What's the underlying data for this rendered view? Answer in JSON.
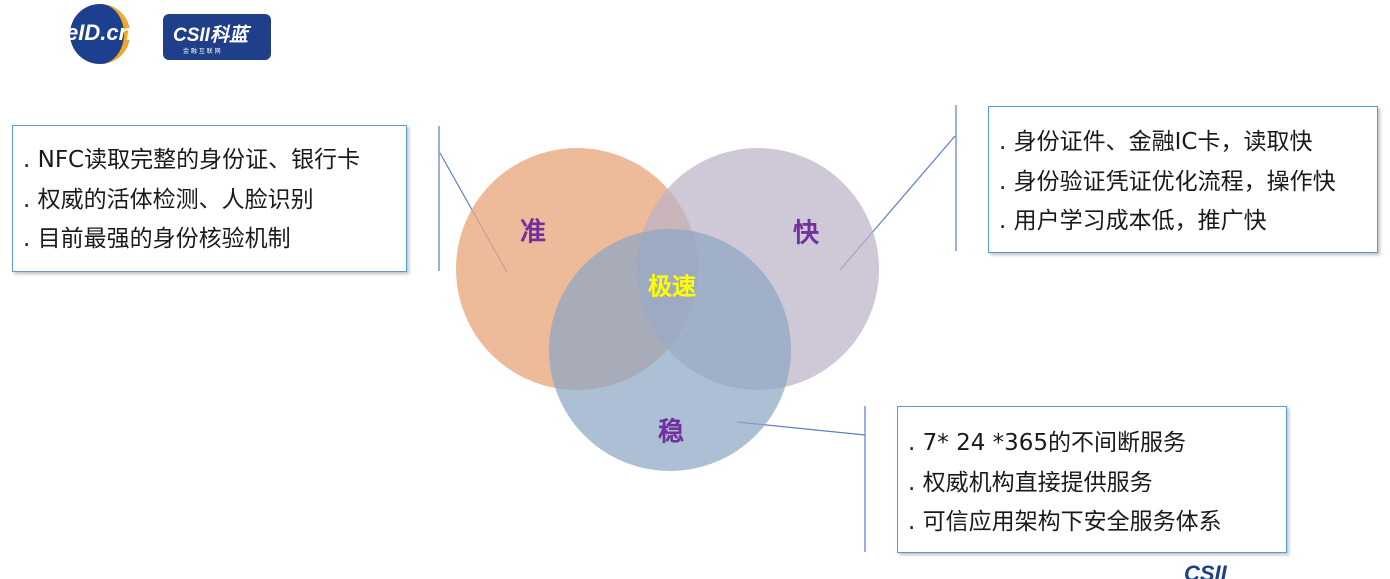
{
  "logos": {
    "eid_text": "eID.cn",
    "csii_text": "CSII科蓝",
    "csii_sub": "金 融 互 联 网",
    "bottom_text": "CSII"
  },
  "venn": {
    "label_accurate": "准",
    "label_fast": "快",
    "label_stable": "稳",
    "label_center": "极速",
    "colors": {
      "accurate": "#e8a87c",
      "fast": "#bcb3c8",
      "stable": "#8ea6c4",
      "label_purple": "#7030a0",
      "label_center": "#ffff00"
    }
  },
  "boxes": {
    "left": [
      ". NFC读取完整的身份证、银行卡",
      ". 权威的活体检测、人脸识别",
      ". 目前最强的身份核验机制"
    ],
    "right": [
      ". 身份证件、金融IC卡，读取快",
      ". 身份验证凭证优化流程，操作快",
      ". 用户学习成本低，推广快"
    ],
    "bottom": [
      ". 7* 24 *365的不间断服务",
      ". 权威机构直接提供服务",
      ". 可信应用架构下安全服务体系"
    ]
  }
}
